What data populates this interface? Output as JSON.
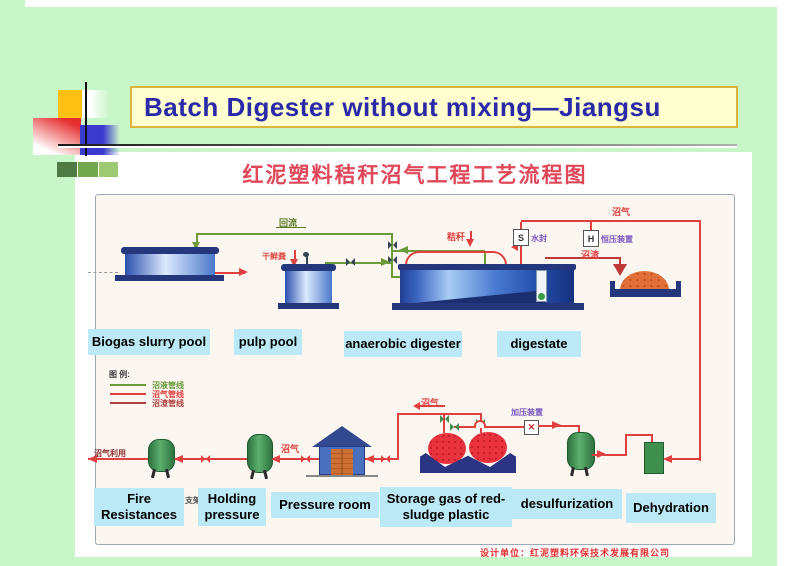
{
  "slide": {
    "title": "Batch Digester without mixing—Jiangsu",
    "diagram_title": "红泥塑料秸秆沼气工程工艺流程图",
    "footer": "设计单位：红泥塑料环保技术发展有限公司"
  },
  "process_labels": {
    "biogas_slurry_pool": "Biogas slurry pool",
    "pulp_pool": "pulp pool",
    "anaerobic_digester": "anaerobic digester",
    "digestate": "digestate",
    "fire_resistances": "Fire Resistances",
    "holding_pressure": "Holding pressure",
    "pressure_room": "Pressure room",
    "storage_gas": "Storage gas of red-sludge plastic",
    "desulfurization": "desulfurization",
    "dehydration": "Dehydration"
  },
  "legend": {
    "heading": "图 例:",
    "items": [
      {
        "label": "沼液管线",
        "color": "#6a9a3a"
      },
      {
        "label": "沼气管线",
        "color": "#e04040"
      },
      {
        "label": "沼渣管线",
        "color": "#b04040"
      }
    ]
  },
  "annotations": {
    "reflux": "回流",
    "dry_manure": "干鲜粪",
    "straw": "秸秆",
    "water_seal": "水封",
    "constant_pressure_device": "恒压装置",
    "biogas_top": "沼气",
    "biogas_residue": "沼渣",
    "biogas_storage": "沼气",
    "biogas_house": "沼气",
    "biogas_use": "沼气利用",
    "pressurizer": "加压装置",
    "bracket": "支架",
    "s_box": "S",
    "h_box": "H",
    "x_box": "✕"
  },
  "colors": {
    "background": "#c9f6c9",
    "title_text": "#2a2aa8",
    "title_box_fill": "#ffffcf",
    "title_box_border": "#dcb53c",
    "diagram_title_red": "#e0485a",
    "label_box_cyan": "#bce9f6",
    "pipe_red": "#e04040",
    "pipe_green": "#6a9a3a",
    "pipe_residue": "#c03838",
    "tank_navy": "#24367c",
    "equipment_green": "#3f8f4f",
    "gas_bag_red": "#e8323e"
  }
}
